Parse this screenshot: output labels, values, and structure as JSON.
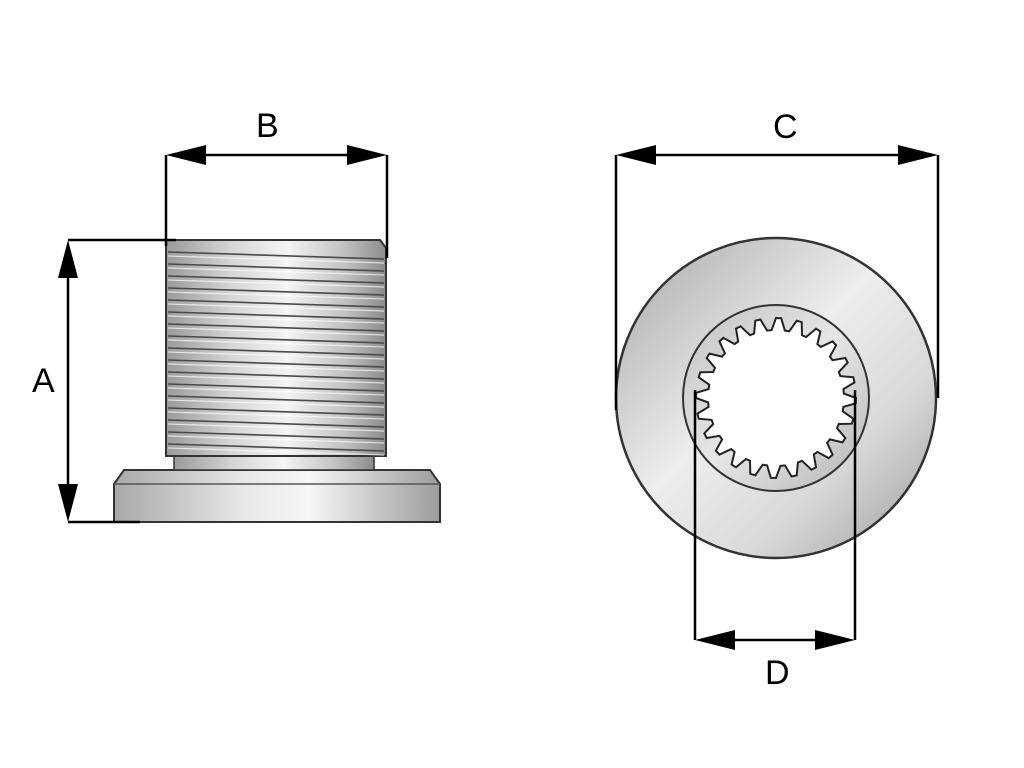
{
  "diagram": {
    "side_view": {
      "height_label": "A",
      "thread_diameter_label": "B"
    },
    "end_view": {
      "outer_diameter_label": "C",
      "spline_diameter_label": "D",
      "spline_teeth": 24
    },
    "colors": {
      "line": "#000000",
      "metal_light": "#f2f2f2",
      "metal_mid": "#c9c9c9",
      "metal_dark": "#8a8a8a",
      "outline": "#333333"
    }
  }
}
